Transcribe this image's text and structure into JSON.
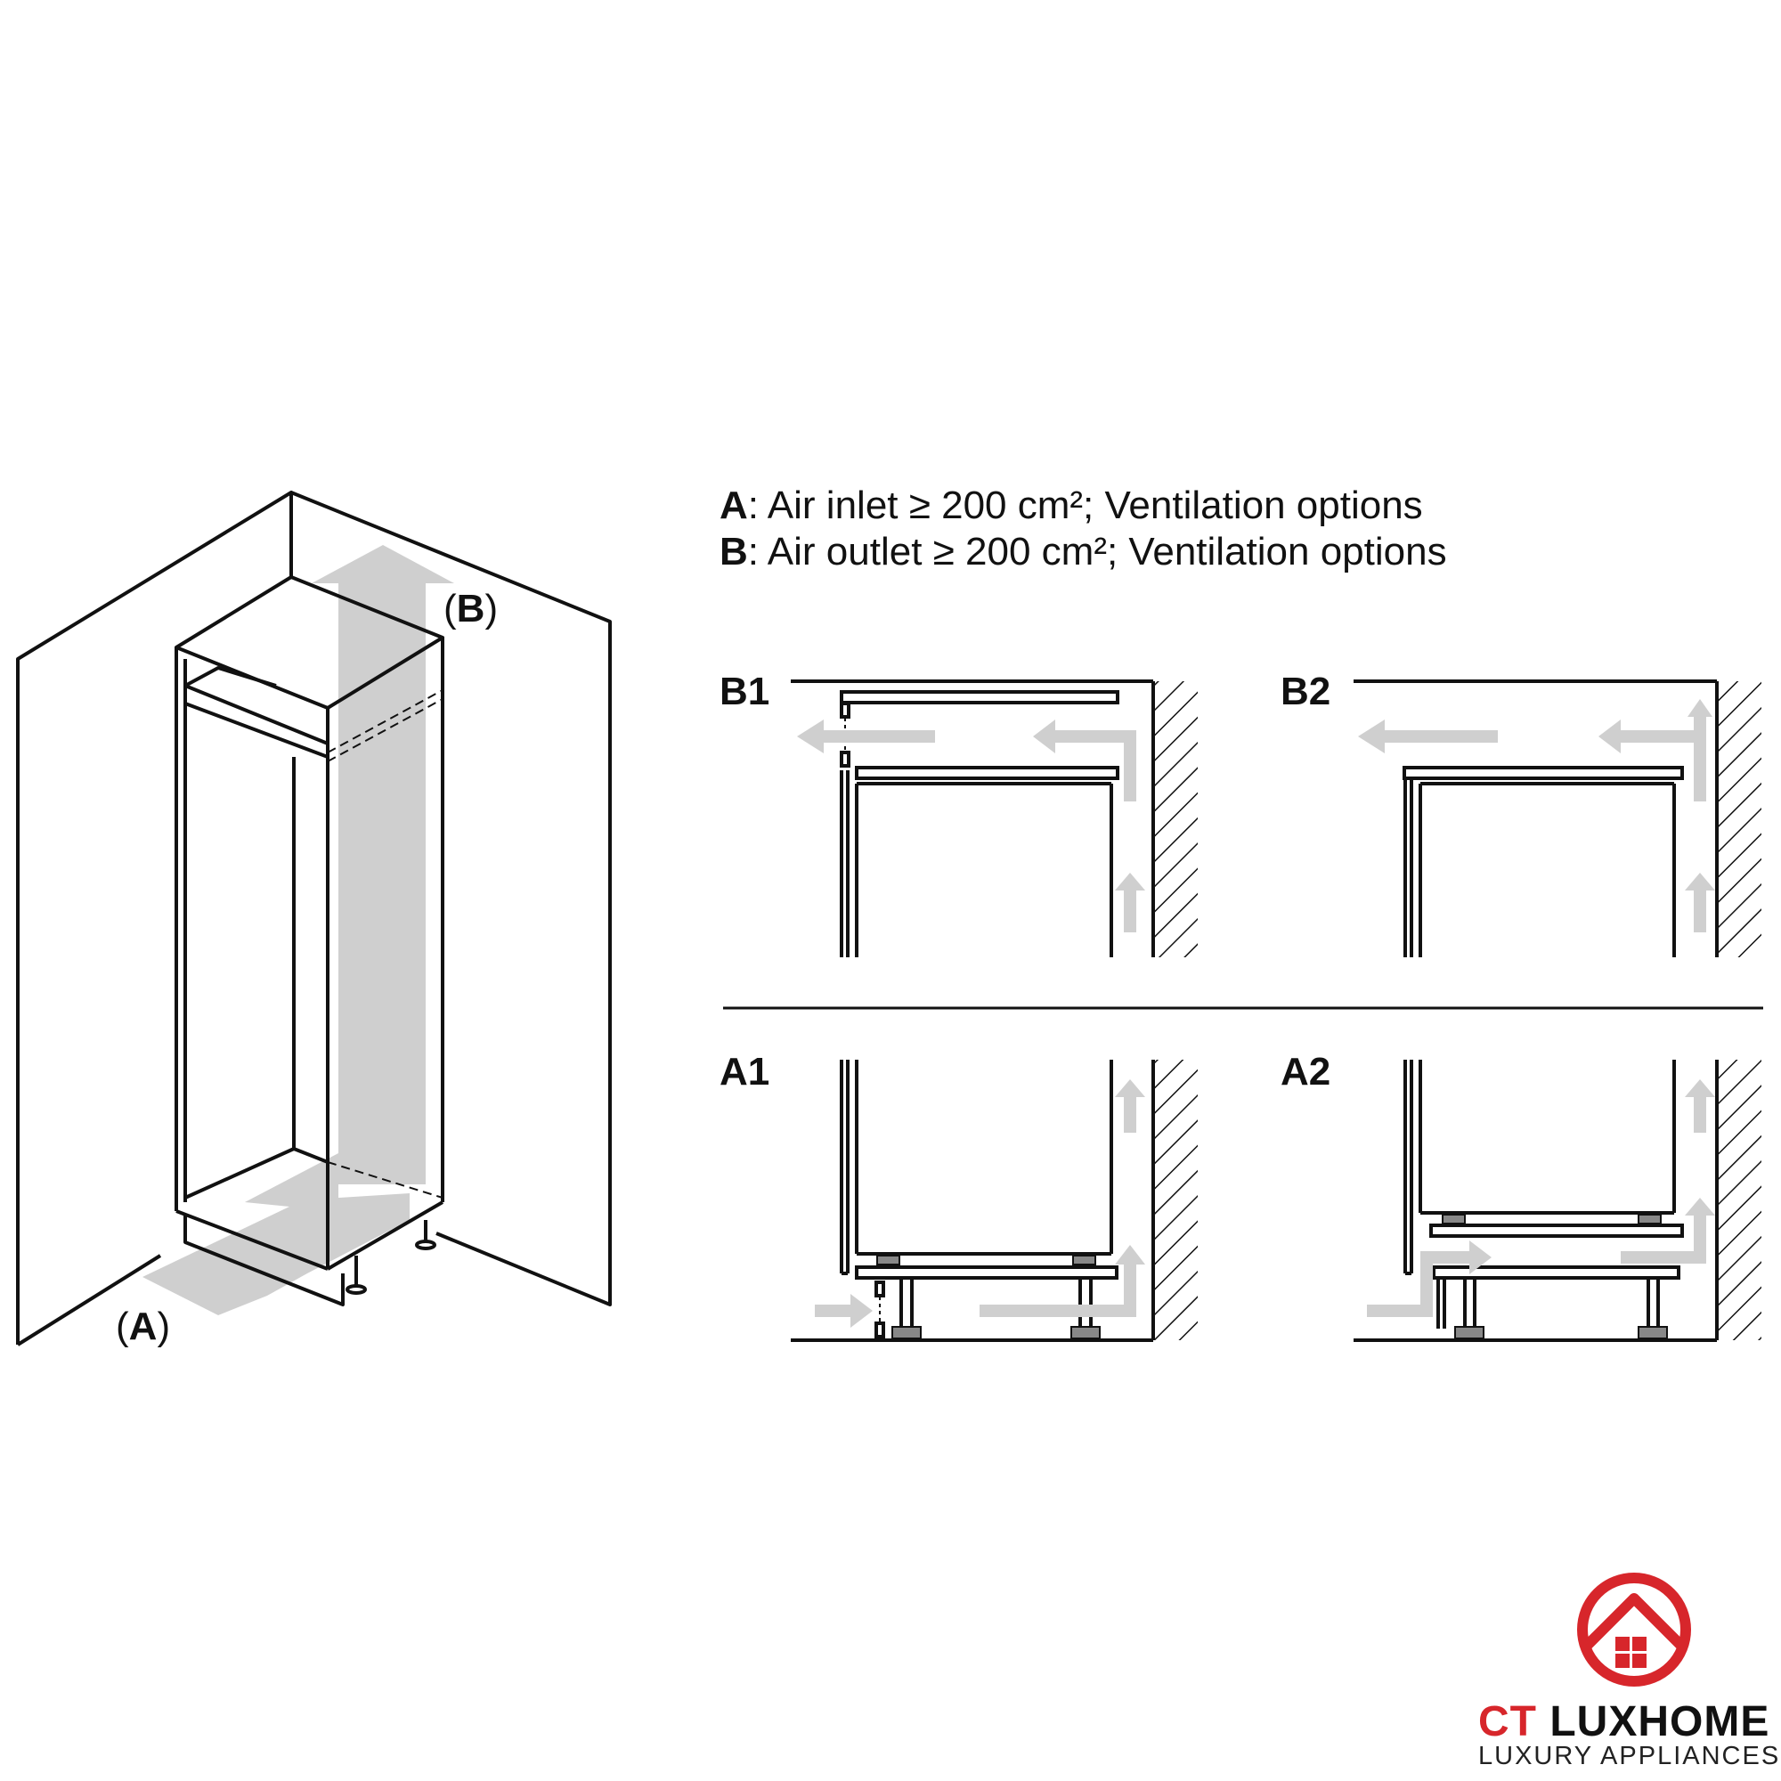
{
  "legend": {
    "a_key": "A",
    "a_text": ": Air inlet ≥ 200 cm²; Ventilation options",
    "b_key": "B",
    "b_text": ": Air outlet ≥ 200 cm²; Ventilation options"
  },
  "callouts": {
    "a_open": "(",
    "a_key": "A",
    "a_close": ")",
    "b_open": "(",
    "b_key": "B",
    "b_close": ")"
  },
  "panels": {
    "b1": "B1",
    "b2": "B2",
    "a1": "A1",
    "a2": "A2"
  },
  "brand": {
    "name_part1": "CT ",
    "name_part2": "LUXHOME",
    "subtitle": "LUXURY APPLIANCES",
    "accent_color": "#d7262b"
  },
  "colors": {
    "line": "#111111",
    "airflow": "#cfcfcf"
  }
}
